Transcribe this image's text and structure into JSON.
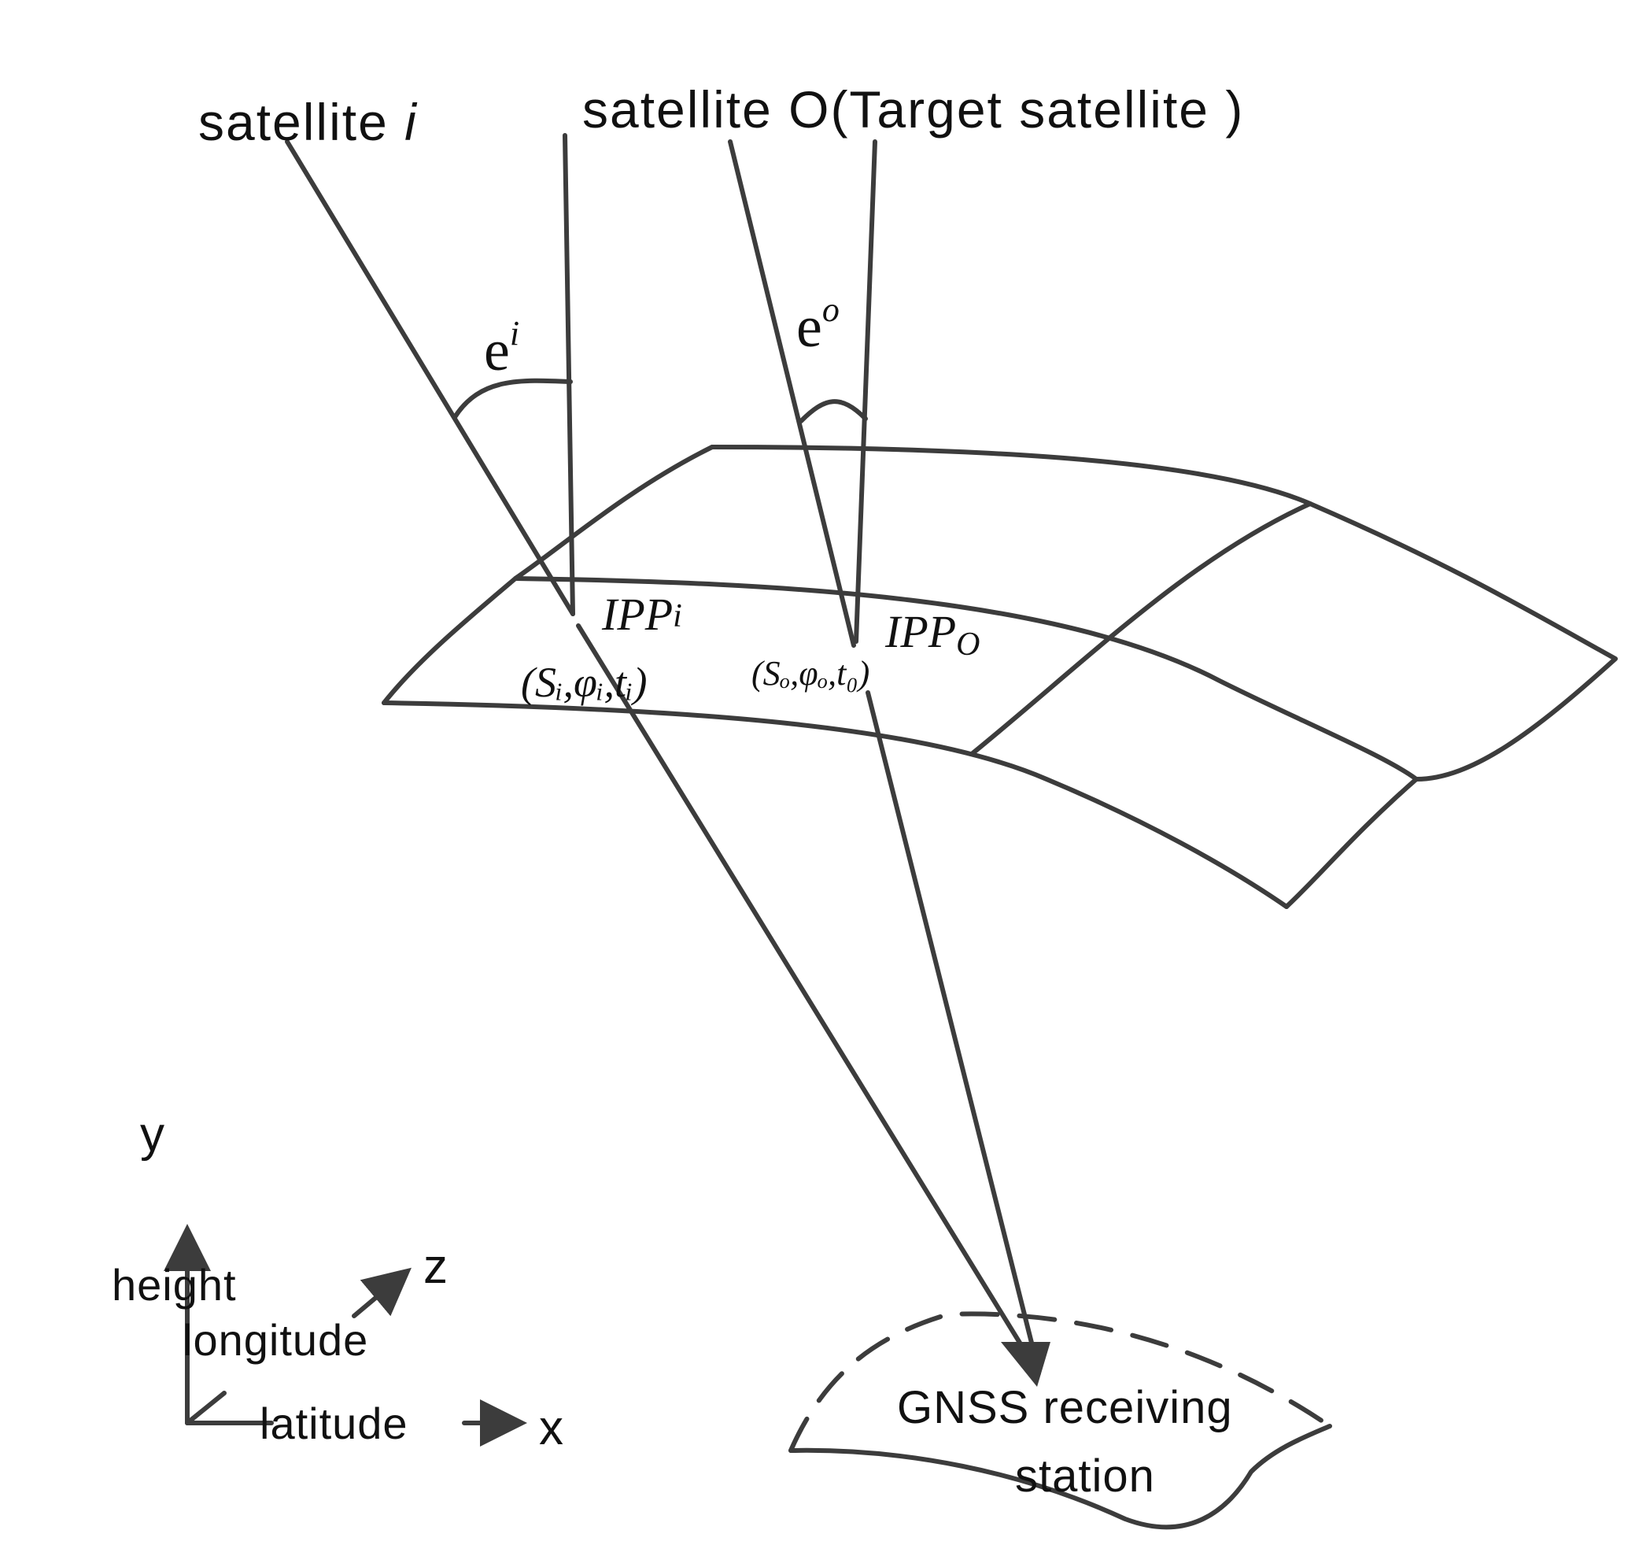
{
  "labels": {
    "satellite_i": "satellite",
    "satellite_i_var": "i",
    "satellite_o": "satellite O(Target satellite )",
    "elev_i_base": "e",
    "elev_i_sup": "i",
    "elev_o_base": "e",
    "elev_o_sup": "o",
    "ipp_i": "IPP",
    "ipp_i_sub": "i",
    "ipp_o": "IPP",
    "ipp_o_sub": "O",
    "coord_i": "(Sᵢ,φᵢ,tᵢ)",
    "coord_o": "(Sₒ,φₒ,t₀)",
    "station_line1": "GNSS receiving",
    "station_line2": "station"
  },
  "axes": {
    "y_label": "y",
    "z_label": "z",
    "x_label": "x",
    "height": "height",
    "longitude": "longitude",
    "latitude": "latitude"
  },
  "colors": {
    "line": "#3c3c3c",
    "text": "#111111"
  }
}
